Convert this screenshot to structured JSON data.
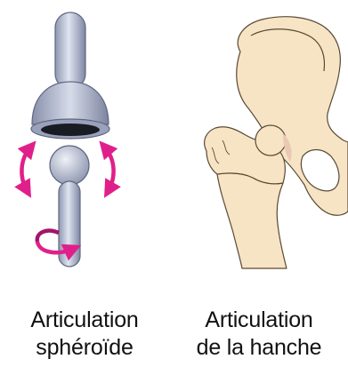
{
  "figure": {
    "left_panel": {
      "caption_line1": "Articulation",
      "caption_line2": "sphéroïde"
    },
    "right_panel": {
      "caption_line1": "Articulation",
      "caption_line2": "de la hanche"
    }
  },
  "colors": {
    "joint_model": "#b7bfd3",
    "joint_model_dark": "#5e6781",
    "arrow": "#e0208a",
    "bone": "#f6e4c5",
    "bone_outline": "#5a4a35"
  },
  "icons": {
    "rotation_arrows": "curved-arrow-icon"
  }
}
